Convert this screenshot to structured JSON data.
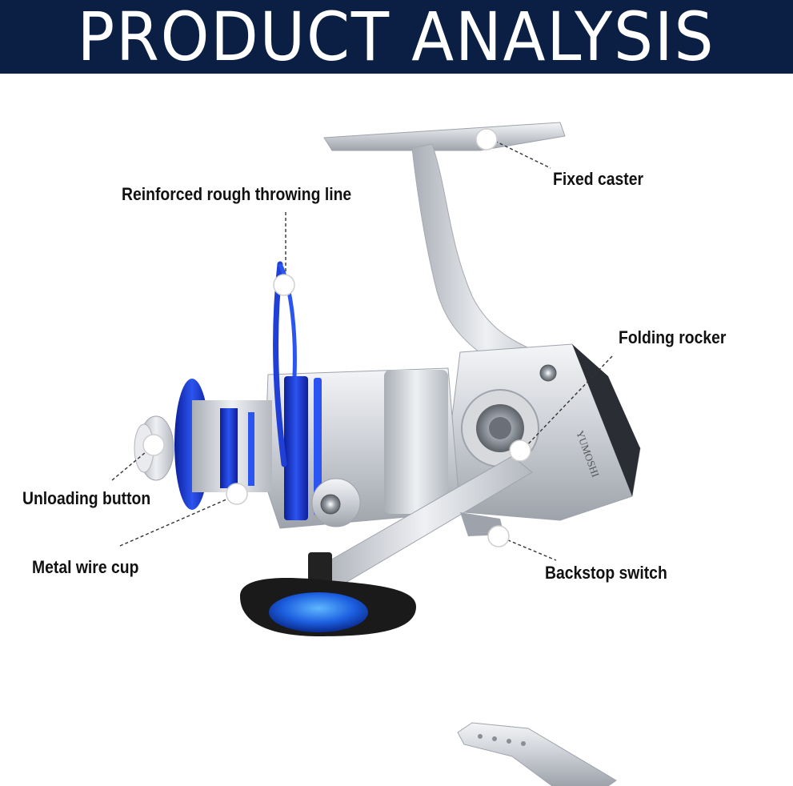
{
  "header": {
    "title": "PRODUCT ANALYSIS"
  },
  "labels": {
    "fixed_caster": "Fixed caster",
    "throwing_line": "Reinforced rough throwing line",
    "folding_rocker": "Folding rocker",
    "unloading_button": "Unloading button",
    "metal_wire_cup": "Metal wire cup",
    "backstop_switch": "Backstop switch"
  },
  "colors": {
    "header_bg": "#0b1f44",
    "accent_blue": "#1f3fd6",
    "silver": "#c9ccd2"
  }
}
